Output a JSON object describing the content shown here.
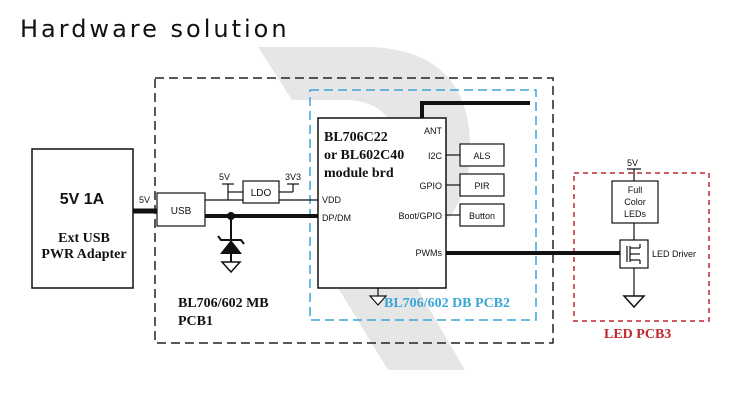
{
  "title": "Hardware solution",
  "colors": {
    "accent_blue": "#3aa6d6",
    "accent_red": "#c0272d",
    "watermark": "#d8d8d8"
  },
  "adapter": {
    "rating": "5V 1A",
    "line1": "Ext USB",
    "line2": "PWR Adapter"
  },
  "labels": {
    "adapter_out": "5V",
    "usb": "USB",
    "ldo": "LDO",
    "ldo_in": "5V",
    "ldo_out": "3V3",
    "vdd": "VDD",
    "dpdm": "DP/DM",
    "ant": "ANT",
    "i2c": "I2C",
    "gpio": "GPIO",
    "boot_gpio": "Boot/GPIO",
    "pwms": "PWMs",
    "als": "ALS",
    "pir": "PIR",
    "button": "Button"
  },
  "module": {
    "line1": "BL706C22",
    "line2": "or BL602C40",
    "line3": "module brd"
  },
  "pcb1": {
    "line1": "BL706/602 MB",
    "line2": "PCB1"
  },
  "pcb2": {
    "label": "BL706/602 DB PCB2"
  },
  "pcb3": {
    "label": "LED PCB3",
    "supply": "5V",
    "leds_line1": "Full",
    "leds_line2": "Color",
    "leds_line3": "LEDs",
    "driver": "LED Driver"
  }
}
